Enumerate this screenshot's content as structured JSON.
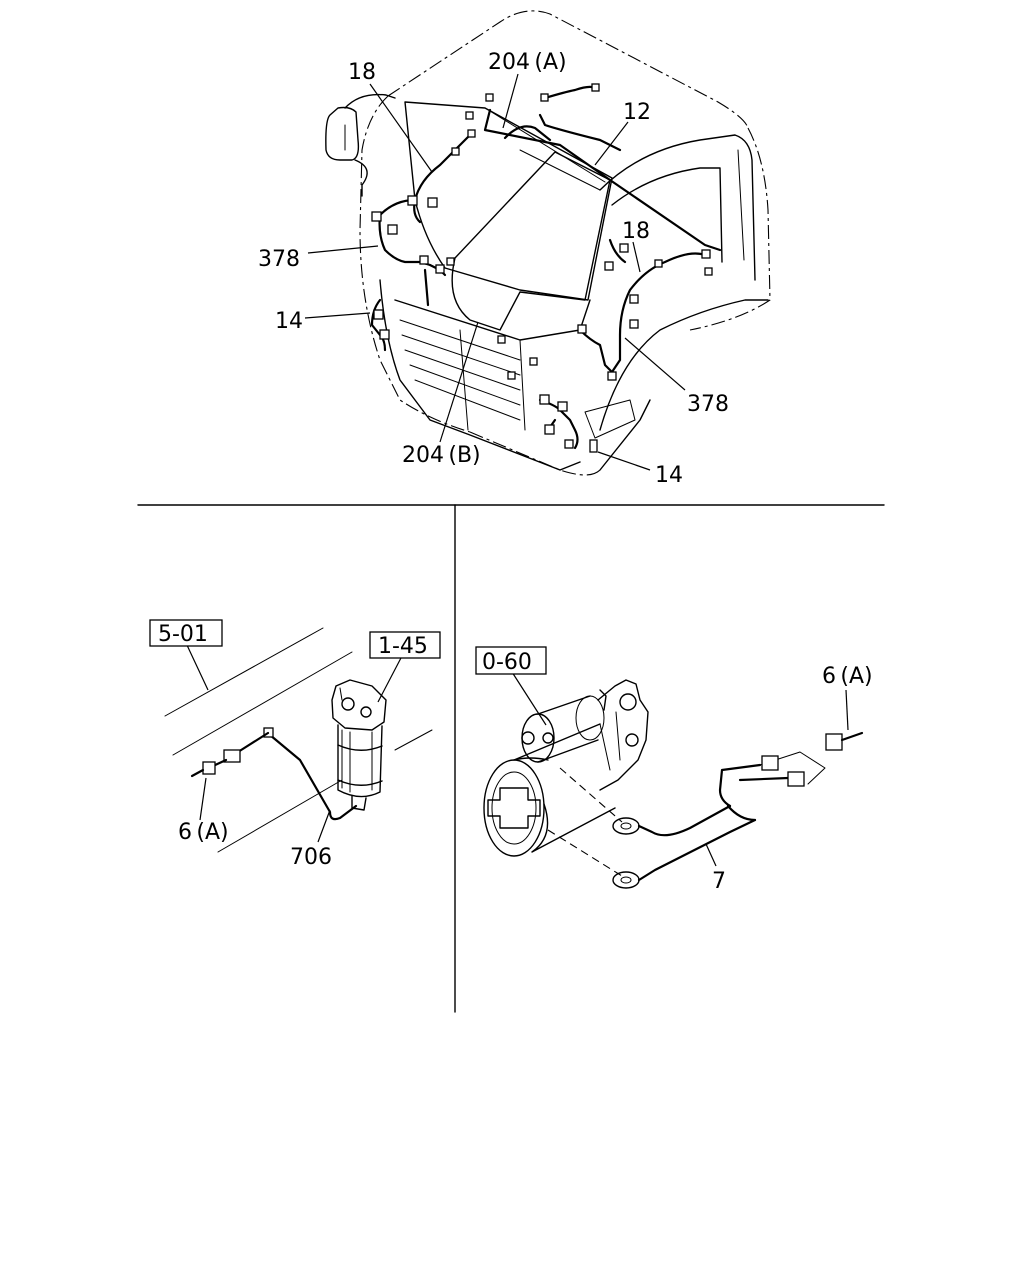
{
  "cab": {
    "callouts": {
      "c18_left": "18",
      "c204a": "204 (A)",
      "c12": "12",
      "c18_right": "18",
      "c378_left": "378",
      "c14_left": "14",
      "c378_right": "378",
      "c204b": "204 (B)",
      "c14_right": "14"
    }
  },
  "fuel_filter": {
    "ref_5_01": "5-01",
    "ref_1_45": "1-45",
    "c6a": "6 (A)",
    "c706": "706"
  },
  "starter": {
    "ref_0_60": "0-60",
    "c6a": "6 (A)",
    "c7": "7"
  }
}
